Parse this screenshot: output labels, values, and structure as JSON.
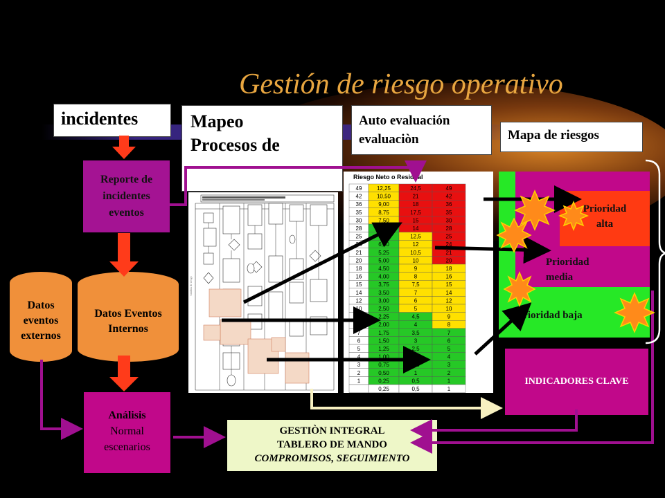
{
  "title": "Gestión de riesgo operativo",
  "labels": {
    "incidentes": "incidentes",
    "mapeo_line1": "Mapeo",
    "mapeo_line2": "Procesos de",
    "auto_line1": "Auto evaluación",
    "auto_line2": "evaluaciòn",
    "mapa": "Mapa de riesgos"
  },
  "boxes": {
    "reporte": [
      "Reporte de",
      "incidentes",
      "eventos"
    ],
    "datos_externos": [
      "Datos",
      "eventos",
      "externos"
    ],
    "datos_internos": [
      "Datos Eventos",
      "Internos"
    ],
    "analisis": [
      "Análisis",
      "Normal",
      "escenarios"
    ],
    "gestion": [
      "GESTIÒN INTEGRAL",
      "TABLERO DE MANDO",
      "COMPROMISOS, SEGUIMIENTO"
    ],
    "indicadores": "INDICADORES CLAVE"
  },
  "priorities": {
    "alta": [
      "Prioridad",
      "alta"
    ],
    "media": [
      "Prioridad",
      "media"
    ],
    "baja": "Prioridad baja"
  },
  "matrix": {
    "title": "Riesgo Neto o Residual",
    "rows": [
      [
        "49",
        "12,25",
        "24,5",
        "49"
      ],
      [
        "42",
        "10,50",
        "21",
        "42"
      ],
      [
        "36",
        "9,00",
        "18",
        "36"
      ],
      [
        "35",
        "8,75",
        "17,5",
        "35"
      ],
      [
        "30",
        "7,50",
        "15",
        "30"
      ],
      [
        "28",
        "7,00",
        "14",
        "28"
      ],
      [
        "25",
        "6,25",
        "12,5",
        "25"
      ],
      [
        "24",
        "6,00",
        "12",
        "24"
      ],
      [
        "21",
        "5,25",
        "10,5",
        "21"
      ],
      [
        "20",
        "5,00",
        "10",
        "20"
      ],
      [
        "18",
        "4,50",
        "9",
        "18"
      ],
      [
        "16",
        "4,00",
        "8",
        "16"
      ],
      [
        "15",
        "3,75",
        "7,5",
        "15"
      ],
      [
        "14",
        "3,50",
        "7",
        "14"
      ],
      [
        "12",
        "3,00",
        "6",
        "12"
      ],
      [
        "10",
        "2,50",
        "5",
        "10"
      ],
      [
        "9",
        "2,25",
        "4,5",
        "9"
      ],
      [
        "8",
        "2,00",
        "4",
        "8"
      ],
      [
        "7",
        "1,75",
        "3,5",
        "7"
      ],
      [
        "6",
        "1,50",
        "3",
        "6"
      ],
      [
        "5",
        "1,25",
        "2,5",
        "5"
      ],
      [
        "4",
        "1,00",
        "2",
        "4"
      ],
      [
        "3",
        "0,75",
        "1,5",
        "3"
      ],
      [
        "2",
        "0,50",
        "1",
        "2"
      ],
      [
        "1",
        "0,25",
        "0,5",
        "1"
      ],
      [
        "",
        "0,25",
        "0,5",
        "1"
      ]
    ],
    "colors": {
      "red": "#e81010",
      "yellow": "#ffe000",
      "green": "#26c826"
    }
  },
  "colors": {
    "magenta": "#c1088a",
    "orange": "#f0903a",
    "arrow_red": "#ff3b1a",
    "connector": "#a01090",
    "title": "#e8a640"
  }
}
